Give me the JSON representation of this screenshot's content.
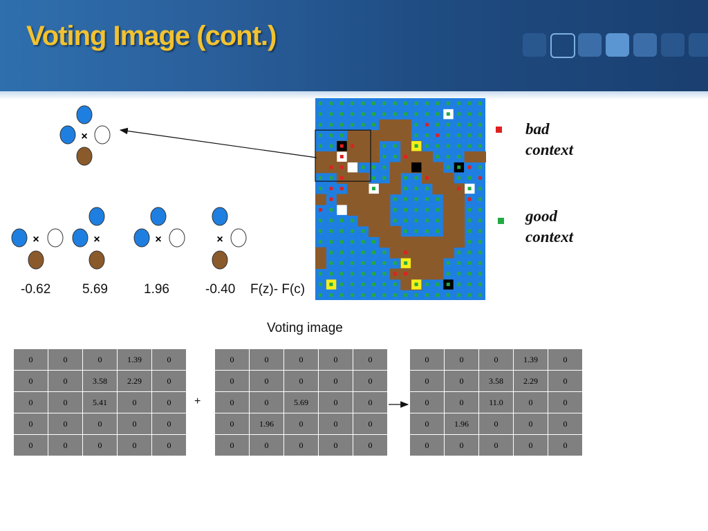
{
  "slide": {
    "title": "Voting Image (cont.)",
    "caption": "Voting image",
    "plus": "+",
    "formula": "F(z)- F(c)",
    "scores": [
      "-0.62",
      "5.69",
      "1.96",
      "-0.40"
    ]
  },
  "legend": {
    "bad": [
      "bad",
      "context"
    ],
    "good": [
      "good",
      "context"
    ],
    "bad_color": "#e02020",
    "good_color": "#22aa44"
  },
  "colors": {
    "blue": "#1f7fe0",
    "brown": "#8b5a2b",
    "cell_bg": "#808080"
  },
  "tables": [
    [
      [
        "0",
        "0",
        "0",
        "1.39",
        "0"
      ],
      [
        "0",
        "0",
        "3.58",
        "2.29",
        "0"
      ],
      [
        "0",
        "0",
        "5.41",
        "0",
        "0"
      ],
      [
        "0",
        "0",
        "0",
        "0",
        "0"
      ],
      [
        "0",
        "0",
        "0",
        "0",
        "0"
      ]
    ],
    [
      [
        "0",
        "0",
        "0",
        "0",
        "0"
      ],
      [
        "0",
        "0",
        "0",
        "0",
        "0"
      ],
      [
        "0",
        "0",
        "5.69",
        "0",
        "0"
      ],
      [
        "0",
        "1.96",
        "0",
        "0",
        "0"
      ],
      [
        "0",
        "0",
        "0",
        "0",
        "0"
      ]
    ],
    [
      [
        "0",
        "0",
        "0",
        "1.39",
        "0"
      ],
      [
        "0",
        "0",
        "3.58",
        "2.29",
        "0"
      ],
      [
        "0",
        "0",
        "11.0",
        "0",
        "0"
      ],
      [
        "0",
        "1.96",
        "0",
        "0",
        "0"
      ],
      [
        "0",
        "0",
        "0",
        "0",
        "0"
      ]
    ]
  ]
}
